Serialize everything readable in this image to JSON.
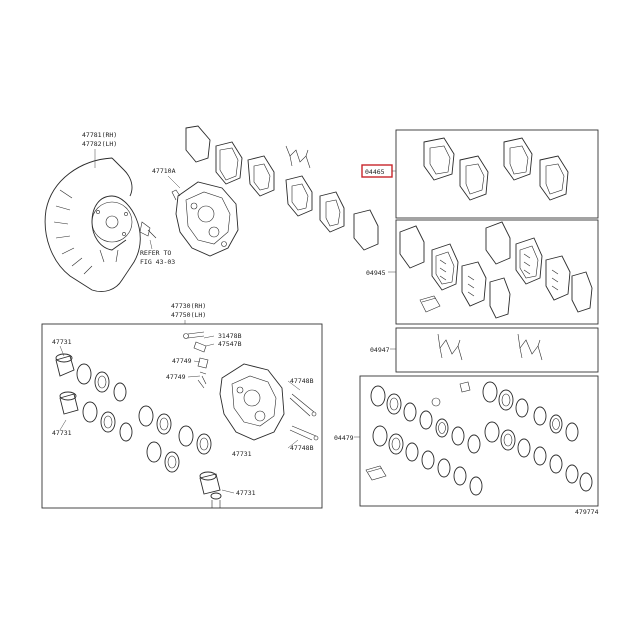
{
  "diagram": {
    "labels": {
      "shield_rh": "47781(RH)",
      "shield_lh": "47782(LH)",
      "caliper_top": "47710A",
      "refer_to": "REFER TO",
      "fig": "FIG 43-03",
      "kit_pads": "04465",
      "kit_shims": "04945",
      "kit_springs": "04947",
      "kit_seals": "04479",
      "caliper_rh": "47730(RH)",
      "caliper_lh": "47750(LH)",
      "l47731_a": "47731",
      "l47731_b": "47731",
      "l47731_c": "47731",
      "l47731_d": "47731",
      "l31478b": "31478B",
      "l47547b": "47547B",
      "l47749_a": "47749",
      "l47749_b": "47749",
      "l47748b_a": "47748B",
      "l47748b_b": "47748B",
      "fig_number": "479774"
    },
    "colors": {
      "line": "#2b2b2b",
      "highlight": "#c8252b",
      "background": "#ffffff"
    }
  }
}
